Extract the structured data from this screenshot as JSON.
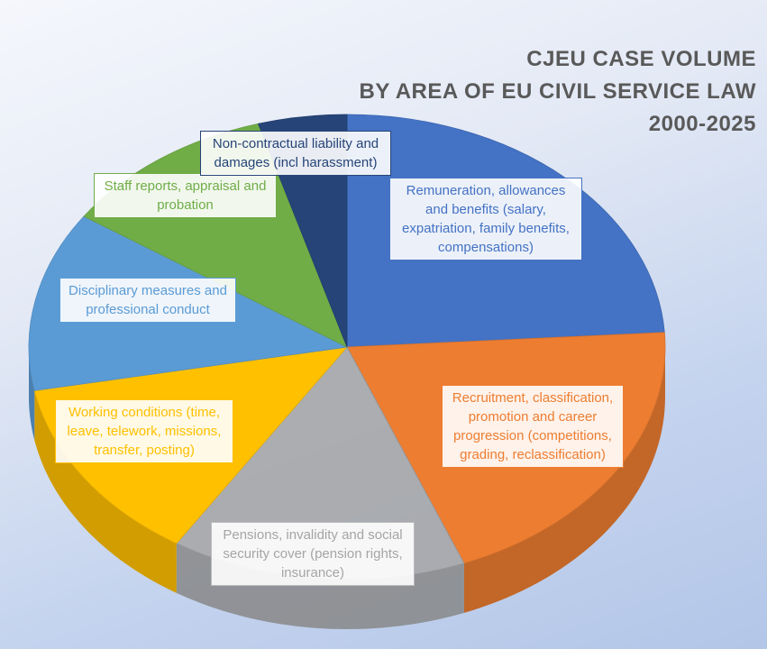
{
  "chart_data": {
    "type": "pie",
    "style": "3d",
    "title_lines": [
      "CJEU CASE VOLUME",
      "BY AREA OF EU CIVIL SERVICE LAW",
      "2000-2025"
    ],
    "slices": [
      {
        "label": "Remuneration, allowances and benefits (salary, expatriation, family benefits, compensations)",
        "value": 24,
        "color": "#4472c4"
      },
      {
        "label": "Recruitment, classification, promotion and career progression (competitions, grading, reclassification)",
        "value": 20,
        "color": "#ed7d31"
      },
      {
        "label": "Pensions, invalidity and social security cover (pension rights, insurance)",
        "value": 15,
        "color": "#a5a5a5"
      },
      {
        "label": "Working conditions (time, leave, telework, missions, transfer, posting)",
        "value": 13,
        "color": "#ffc000"
      },
      {
        "label": "Disciplinary measures and professional conduct",
        "value": 12.5,
        "color": "#5b9bd5"
      },
      {
        "label": "Staff reports, appraisal and probation",
        "value": 11,
        "color": "#70ad47"
      },
      {
        "label": "Non-contractual liability and damages (incl harassment)",
        "value": 4.5,
        "color": "#264478"
      }
    ]
  }
}
